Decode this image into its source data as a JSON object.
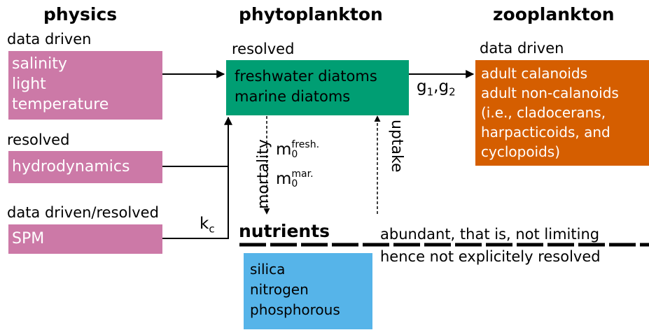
{
  "colors": {
    "pink": "#cc79a7",
    "green": "#009e73",
    "orange": "#d55e00",
    "blue": "#56b4e9"
  },
  "physics": {
    "header": "physics",
    "data_driven_label": "data driven",
    "data_driven_items": [
      "salinity",
      "light",
      "temperature"
    ],
    "resolved_label": "resolved",
    "resolved_item": "hydrodynamics",
    "mixed_label": "data driven/resolved",
    "mixed_item": "SPM"
  },
  "phytoplankton": {
    "header": "phytoplankton",
    "resolved_label": "resolved",
    "items": [
      "freshwater diatoms",
      "marine diatoms"
    ]
  },
  "zooplankton": {
    "header": "zooplankton",
    "data_driven_label": "data driven",
    "items": [
      "adult calanoids",
      "adult non-calanoids",
      "(i.e., cladocerans,",
      "harpacticoids, and",
      "cyclopoids)"
    ]
  },
  "nutrients": {
    "header": "nutrients",
    "items": [
      "silica",
      "nitrogen",
      "phosphorous"
    ],
    "note": [
      "abundant, that is, not limiting",
      "hence not explicitely resolved"
    ]
  },
  "fluxes": {
    "mortality": "mortality",
    "uptake": "uptake",
    "grazing": {
      "g": "g",
      "sub1": "1",
      "sep": ",",
      "sub2": "2"
    },
    "kc": {
      "k": "k",
      "sub": "c"
    },
    "m_fresh": {
      "m": "m",
      "sub": "0",
      "sup": "fresh."
    },
    "m_mar": {
      "m": "m",
      "sub": "0",
      "sup": "mar."
    }
  }
}
